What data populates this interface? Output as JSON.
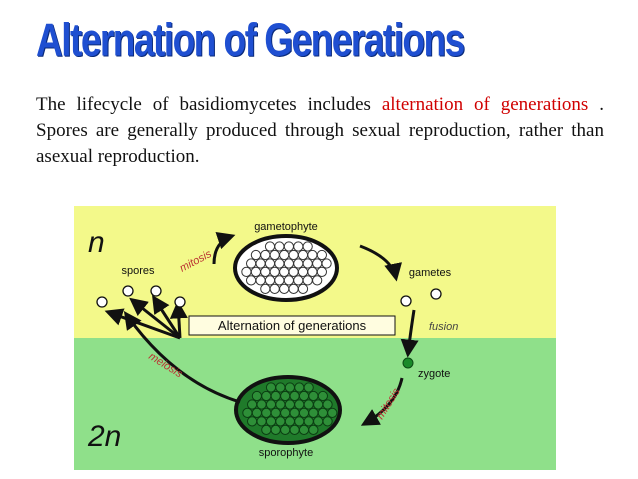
{
  "title": "Alternation of Generations",
  "paragraph": {
    "before": "The lifecycle of basidiomycetes includes ",
    "highlight": "alternation of generations",
    "after": " . Spores are generally produced through sexual reproduction, rather than asexual reproduction."
  },
  "diagram": {
    "haploid_label": "n",
    "diploid_label": "2n",
    "center_label": "Alternation of generations",
    "gametophyte": "gametophyte",
    "gametes": "gametes",
    "fusion": "fusion",
    "zygote": "zygote",
    "mitosis_top": "mitosis",
    "mitosis_bottom": "mitosis",
    "meiosis": "meiosis",
    "sporophyte": "sporophyte",
    "spores": "spores",
    "colors": {
      "haploid_bg": "#f3f98a",
      "diploid_bg": "#8fe08a",
      "sporophyte_fill": "#1f7a2a",
      "zygote_fill": "#1a8a2a",
      "title_blue": "#1f4fd1",
      "highlight_red": "#d00000"
    }
  }
}
